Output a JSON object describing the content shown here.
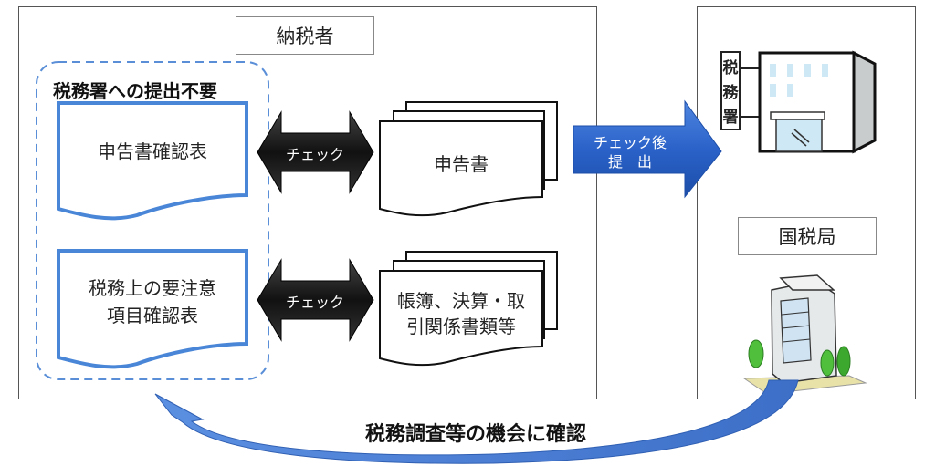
{
  "taxpayer": {
    "title": "納税者",
    "group_title": "税務署への提出不要",
    "forms": [
      {
        "label_lines": [
          "申告書確認表"
        ]
      },
      {
        "label_lines": [
          "税務上の要注意",
          "項目確認表"
        ]
      }
    ],
    "check_arrows": [
      "チェック",
      "チェック"
    ],
    "documents": [
      {
        "label_lines": [
          "申告書"
        ]
      },
      {
        "label_lines": [
          "帳簿、決算・取",
          "引関係書類等"
        ]
      }
    ]
  },
  "submit_arrow": {
    "line1": "チェック後",
    "line2": "提　出"
  },
  "authority": {
    "tax_office_sign": [
      "税",
      "務",
      "署"
    ],
    "regional_bureau_title": "国税局"
  },
  "feedback_arrow": {
    "label": "税務調査等の機会に確認"
  },
  "colors": {
    "accent_blue": "#4a86d8",
    "arrow_blue": "#2a62c9",
    "check_arrow": "#1c1c1c"
  }
}
